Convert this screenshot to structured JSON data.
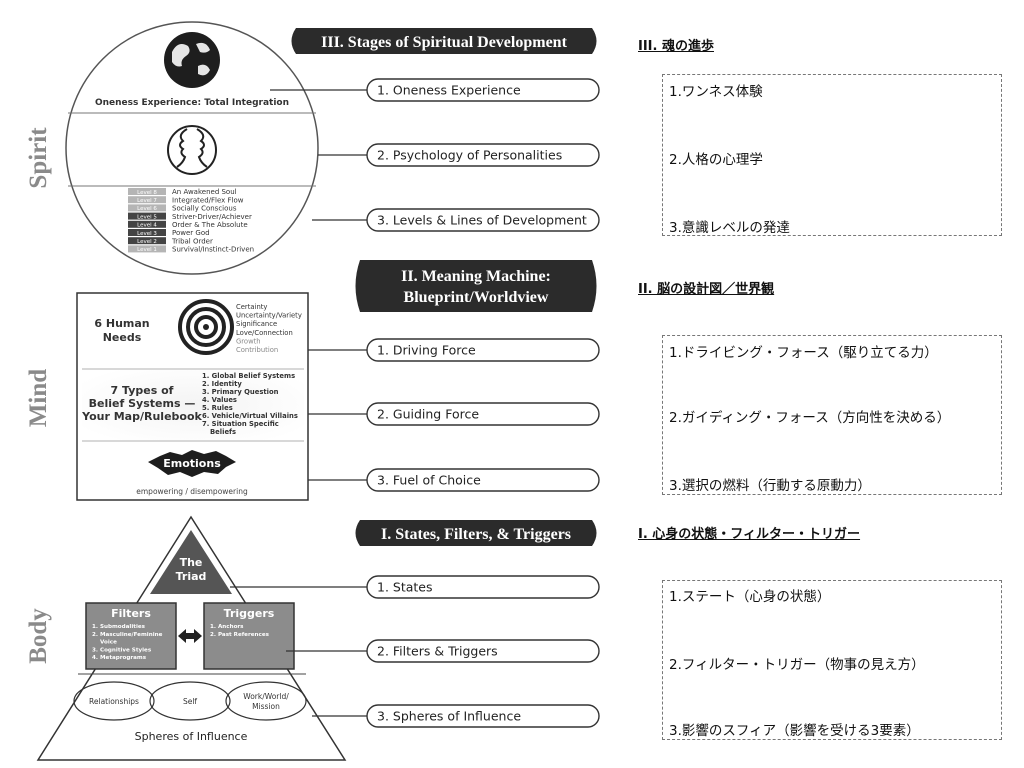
{
  "sections": {
    "spirit": {
      "side_label": "Spirit",
      "banner": "III. Stages of Spiritual Development",
      "globe_caption": "Oneness Experience: Total Integration",
      "steps": [
        "1. Oneness Experience",
        "2. Psychology of Personalities",
        "3. Levels & Lines of Development"
      ],
      "levels": [
        {
          "badge": "Level 8",
          "text": "An Awakened Soul"
        },
        {
          "badge": "Level 7",
          "text": "Integrated/Flex Flow"
        },
        {
          "badge": "Level 6",
          "text": "Socially Conscious"
        },
        {
          "badge": "Level 5",
          "text": "Striver-Driver/Achiever"
        },
        {
          "badge": "Level 4",
          "text": "Order & The Absolute"
        },
        {
          "badge": "Level 3",
          "text": "Power God"
        },
        {
          "badge": "Level 2",
          "text": "Tribal Order"
        },
        {
          "badge": "Level 1",
          "text": "Survival/Instinct-Driven"
        }
      ]
    },
    "mind": {
      "side_label": "Mind",
      "banner_line1": "II. Meaning Machine:",
      "banner_line2": "Blueprint/Worldview",
      "needs_title_1": "6 Human",
      "needs_title_2": "Needs",
      "needs": [
        "Certainty",
        "Uncertainty/Variety",
        "Significance",
        "Love/Connection",
        "Growth",
        "Contribution"
      ],
      "beliefs_title": [
        "7 Types of",
        "Belief Systems —",
        "Your Map/Rulebook"
      ],
      "beliefs": [
        "1. Global Belief Systems",
        "2. Identity",
        "3. Primary Question",
        "4. Values",
        "5. Rules",
        "6. Vehicle/Virtual Villains",
        "7. Situation Specific",
        "Beliefs"
      ],
      "emotions_label": "Emotions",
      "emotions_caption": "empowering / disempowering",
      "steps": [
        "1. Driving Force",
        "2. Guiding Force",
        "3. Fuel of Choice"
      ]
    },
    "body": {
      "side_label": "Body",
      "banner": "I. States, Filters, & Triggers",
      "triad_1": "The",
      "triad_2": "Triad",
      "filters_title": "Filters",
      "filters": [
        "1. Submodalities",
        "2. Masculine/Feminine",
        "Voice",
        "3. Cognitive Styles",
        "4. Metaprograms"
      ],
      "triggers_title": "Triggers",
      "triggers": [
        "1. Anchors",
        "2. Past References"
      ],
      "spheres": [
        "Relationships",
        "Self",
        "Work/World/",
        "Mission"
      ],
      "spheres_caption": "Spheres of Influence",
      "steps": [
        "1. States",
        "2. Filters & Triggers",
        "3. Spheres of Influence"
      ]
    }
  },
  "japanese": [
    {
      "title": "III. 魂の進歩",
      "items": [
        "1.ワンネス体験",
        "2.人格の心理学",
        "3.意識レベルの発達"
      ]
    },
    {
      "title": "II. 脳の設計図／世界観",
      "items": [
        "1.ドライビング・フォース（駆り立てる力）",
        "2.ガイディング・フォース（方向性を決める）",
        "3.選択の燃料（行動する原動力）"
      ]
    },
    {
      "title": "I. 心身の状態・フィルター・トリガー",
      "items": [
        "1.ステート（心身の状態）",
        "2.フィルター・トリガー（物事の見え方）",
        "3.影響のスフィア（影響を受ける3要素）"
      ]
    }
  ],
  "colors": {
    "banner": "#2b2b2b",
    "badge_dark": "#444444",
    "badge_light": "#b5b5b5",
    "box_fill": "#8c8c8c"
  }
}
